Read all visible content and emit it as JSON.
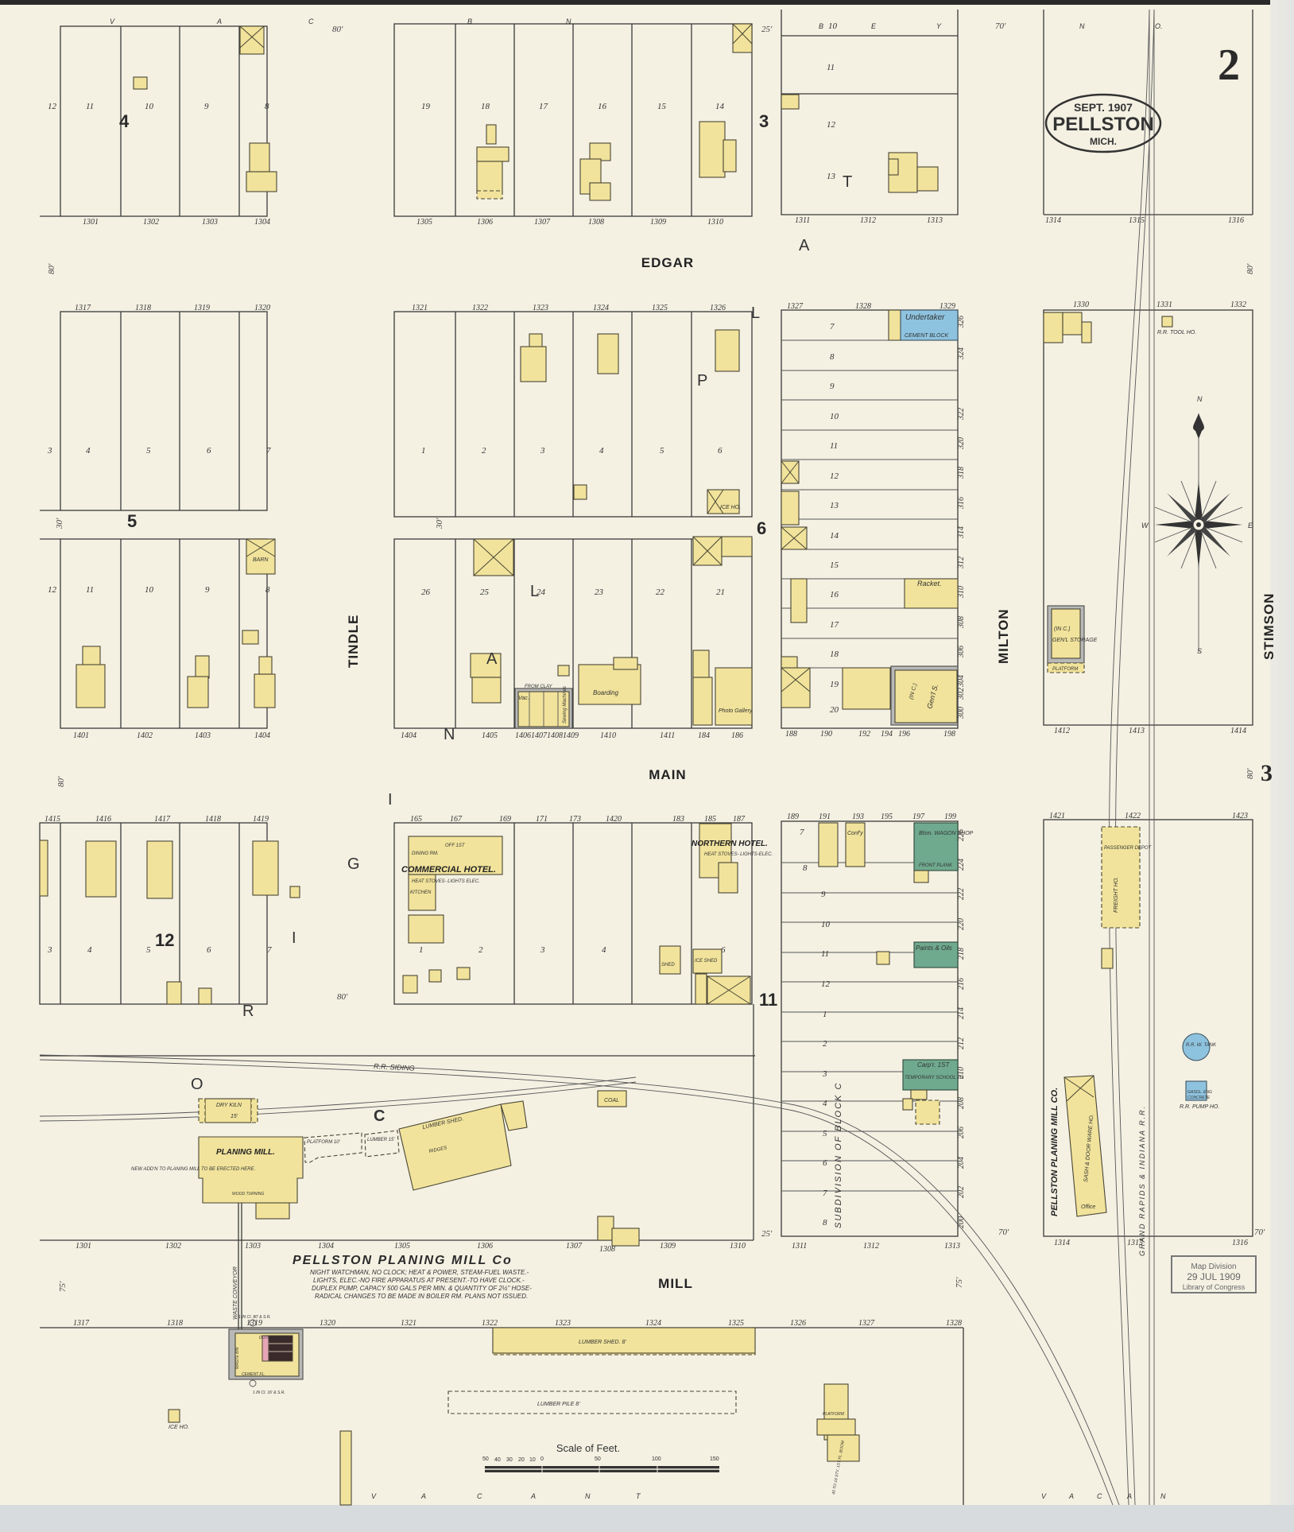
{
  "sheet": {
    "page_number": "2",
    "cartouche": {
      "date": "SEPT. 1907",
      "town": "PELLSTON",
      "state": "MICH."
    },
    "adjacent_sheet_ref": "3",
    "stamp": {
      "line1": "Map Division",
      "line2": "29 JUL 1909",
      "line3": "Library of Congress"
    }
  },
  "streets": {
    "edgar": "EDGAR",
    "main": "MAIN",
    "mill": "MILL",
    "tindle": "TINDLE",
    "milton": "MILTON",
    "stimson": "STIMSON",
    "rr_siding": "R.R. SIDING",
    "railroad": "GRAND RAPIDS & INDIANA R.R."
  },
  "plat_letters": {
    "original": [
      "O",
      "R",
      "I",
      "G",
      "I",
      "N",
      "A",
      "L"
    ],
    "plat": [
      "P",
      "L",
      "A",
      "T"
    ],
    "block_c": "C",
    "subdivision": "SUBDIVISION OF BLOCK C",
    "vacant_bottom": [
      "V",
      "A",
      "C",
      "A",
      "N",
      "T"
    ],
    "vacant_top_left": [
      "V",
      "A",
      "C"
    ],
    "top_row_right": [
      "B",
      "E",
      "Y"
    ],
    "top_row_mid": [
      "B",
      "N",
      "T"
    ],
    "top_far_right": [
      "N",
      "O."
    ]
  },
  "block_numbers": {
    "b4": "4",
    "b3": "3",
    "b5": "5",
    "b6": "6",
    "b12": "12",
    "b11": "11"
  },
  "dimensions": {
    "w80_top": "80'",
    "w25_top": "25'",
    "w70_top": "70'",
    "w80_left1": "80'",
    "w80_right1": "80'",
    "w30_left": "30'",
    "w30_mid": "30'",
    "w80_left2": "80'",
    "w80_right2": "80'",
    "w80_mid": "80'",
    "w25_mill": "25'",
    "w70_mill": "70'",
    "w75_left": "75'",
    "w75_mid": "75'",
    "w70_right": "70'"
  },
  "lots": {
    "block4": [
      "12",
      "11",
      "10",
      "9",
      "8"
    ],
    "block3": [
      "19",
      "18",
      "17",
      "16",
      "15",
      "14"
    ],
    "top_right": [
      "10",
      "11",
      "12",
      "13"
    ],
    "block5": [
      "3",
      "4",
      "5",
      "6",
      "7"
    ],
    "block5b": [
      "12",
      "11",
      "10",
      "9",
      "8"
    ],
    "block_mid": [
      "1",
      "2",
      "3",
      "4",
      "5",
      "6"
    ],
    "block6": [
      "26",
      "25",
      "24",
      "23",
      "22",
      "21"
    ],
    "sub_c1": [
      "7",
      "8",
      "9",
      "10",
      "11",
      "12",
      "13",
      "14",
      "15",
      "16",
      "17",
      "18",
      "19",
      "20"
    ],
    "block12": [
      "3",
      "4",
      "5",
      "6",
      "7"
    ],
    "block11": [
      "1",
      "2",
      "3",
      "4",
      "6"
    ],
    "sub_c2": [
      "7",
      "8",
      "9",
      "10",
      "11",
      "12",
      "1",
      "2",
      "3",
      "4",
      "5",
      "6",
      "7",
      "8"
    ]
  },
  "addresses": {
    "row1": [
      "1301",
      "1302",
      "1303",
      "1304",
      "1305",
      "1306",
      "1307",
      "1308",
      "1309",
      "1310",
      "1311",
      "1312",
      "1313",
      "1314",
      "1315",
      "1316"
    ],
    "row2": [
      "1317",
      "1318",
      "1319",
      "1320",
      "1321",
      "1322",
      "1323",
      "1324",
      "1325",
      "1326",
      "1327",
      "1328",
      "1329",
      "1330",
      "1331",
      "1332"
    ],
    "row3": [
      "1401",
      "1402",
      "1403",
      "1404",
      "1404",
      "1405",
      "1406",
      "1407",
      "1408",
      "1409",
      "1410",
      "1411",
      "184",
      "186",
      "188",
      "190",
      "192",
      "194",
      "196",
      "198",
      "1412",
      "1413",
      "1414"
    ],
    "row4": [
      "1415",
      "1416",
      "1417",
      "1418",
      "1419",
      "165",
      "167",
      "169",
      "171",
      "173",
      "1420",
      "183",
      "185",
      "187",
      "189",
      "191",
      "193",
      "195",
      "197",
      "199",
      "1421",
      "1422",
      "1423"
    ],
    "row5": [
      "1301",
      "1302",
      "1303",
      "1304",
      "1305",
      "1306",
      "1307",
      "1308",
      "1309",
      "1310",
      "1311",
      "1312",
      "1313",
      "1314",
      "1315",
      "1316"
    ],
    "row6": [
      "1317",
      "1318",
      "1319",
      "1320",
      "1321",
      "1322",
      "1323",
      "1324",
      "1325",
      "1326",
      "1327",
      "1328"
    ],
    "milton_east_a": [
      "326",
      "324",
      "322",
      "320",
      "318",
      "316",
      "314",
      "312",
      "310",
      "308",
      "306",
      "304",
      "302",
      "300"
    ],
    "milton_east_b": [
      "226",
      "224",
      "222",
      "220",
      "218",
      "216",
      "214",
      "212",
      "210",
      "208",
      "206",
      "204",
      "202",
      "200"
    ]
  },
  "buildings": {
    "undertaker": "Undertaker",
    "cement_block": "CEMENT BLOCK",
    "rr_tool_house": "R.R. TOOL HO.",
    "ice_house_top": "ICE HO.",
    "bowl_barn": "BARN",
    "racket": "Racket.",
    "genl_store": "Gen'l S.",
    "inc": "(IN C.)",
    "genl_storage": "GEN'L STORAGE",
    "platform": "PLATFORM",
    "boarding": "Boarding",
    "vac": "Vac.",
    "sewing_machines": "Sewing Machines",
    "photo_gallery": "Photo Gallery",
    "from_clay": "FROM CLAY",
    "commercial_hotel": "COMMERCIAL HOTEL.",
    "comm_dining": "DINING RM.",
    "comm_off": "OFF 1ST",
    "comm_heat": "HEAT STOVES- LIGHTS ELEC.",
    "comm_kitchen": "KITCHEN",
    "northern_hotel": "NORTHERN HOTEL.",
    "northern_heat": "HEAT STOVES- LIGHTS-ELEC.",
    "blsm_wagon": "Blsm. WAGON SHOP",
    "front_plank": "FRONT PLANK",
    "paints_oils": "Paints & Oils",
    "carpenter": "Carp'r. 1ST",
    "temporary_school": "TEMPORARY SCHOOL 2D",
    "conf": "Conf'y",
    "shed": "SHED",
    "ice_shed": "ICE SHED",
    "passenger_depot": "PASSENGER DEPOT",
    "freight_house": "FREIGHT HO.",
    "rr_water_tank": "R.R. W. TANK",
    "rr_pump_house": "R.R. PUMP HO.",
    "gasol_eng": "GASOL. ENG",
    "concrete": "CONCRETE",
    "coal": "COAL",
    "dry_kiln": "DRY KILN",
    "dry_kiln_ht": "15'",
    "platform_label": "PLATFORM",
    "planing_mill": "PLANING MILL.",
    "wood_turning": "WOOD TURNING",
    "new_add": "NEW ADD'N TO PLANING MILL TO BE ERECTED HERE.",
    "platform10": "PLATFORM 10'",
    "lumber15": "LUMBER 15'",
    "lumber_shed": "LUMBER SHED.",
    "ridges": "RIDGES",
    "waste_conveyor": "WASTE CONVEYOR",
    "dutch_ovens": "DUTCH OVENS",
    "waste_bin": "WASTE BIN",
    "cement_fl": "CEMENT FL.",
    "lumber_shed_8": "LUMBER SHED. 8'",
    "lumber_pile": "LUMBER PILE 8'",
    "sash_door_warehouse": "SASH & DOOR WARE HO.",
    "office": "Office",
    "pellston_mill_vertical": "PELLSTON PLANING MILL CO.",
    "platform_bottom": "PLATFORM",
    "school_note": "40 TO 16 STY. 1ST FL. BOOM",
    "ice_ho_bottom": "ICE HO.",
    "stack_top": "1 IN CI. 80' & S.R.",
    "stack_bottom": "1 IN CI. 16' & S.R."
  },
  "mill_block": {
    "title": "PELLSTON PLANING MILL Co",
    "notes": [
      "NIGHT WATCHMAN, NO CLOCK; HEAT & POWER, STEAM-FUEL WASTE.-",
      "LIGHTS, ELEC.-NO FIRE APPARATUS AT PRESENT.-TO HAVE CLOCK.-",
      "DUPLEX PUMP, CAPACY 500 GALS PER MIN. & QUANTITY OF 2½\" HOSE-",
      "RADICAL CHANGES TO BE MADE IN BOILER RM. PLANS NOT ISSUED."
    ]
  },
  "compass": {
    "n": "N",
    "s": "S",
    "e": "E",
    "w": "W"
  },
  "scale": {
    "title": "Scale of Feet.",
    "ticks": [
      "50",
      "40",
      "30",
      "20",
      "10",
      "0",
      "50",
      "100",
      "150"
    ]
  },
  "colors": {
    "paper": "#f4f1e3",
    "frame": "#f1e39b",
    "brick": "#8ec3df",
    "stone_green": "#6fa98e",
    "special": "#b8b9b7",
    "ink": "#333333"
  }
}
